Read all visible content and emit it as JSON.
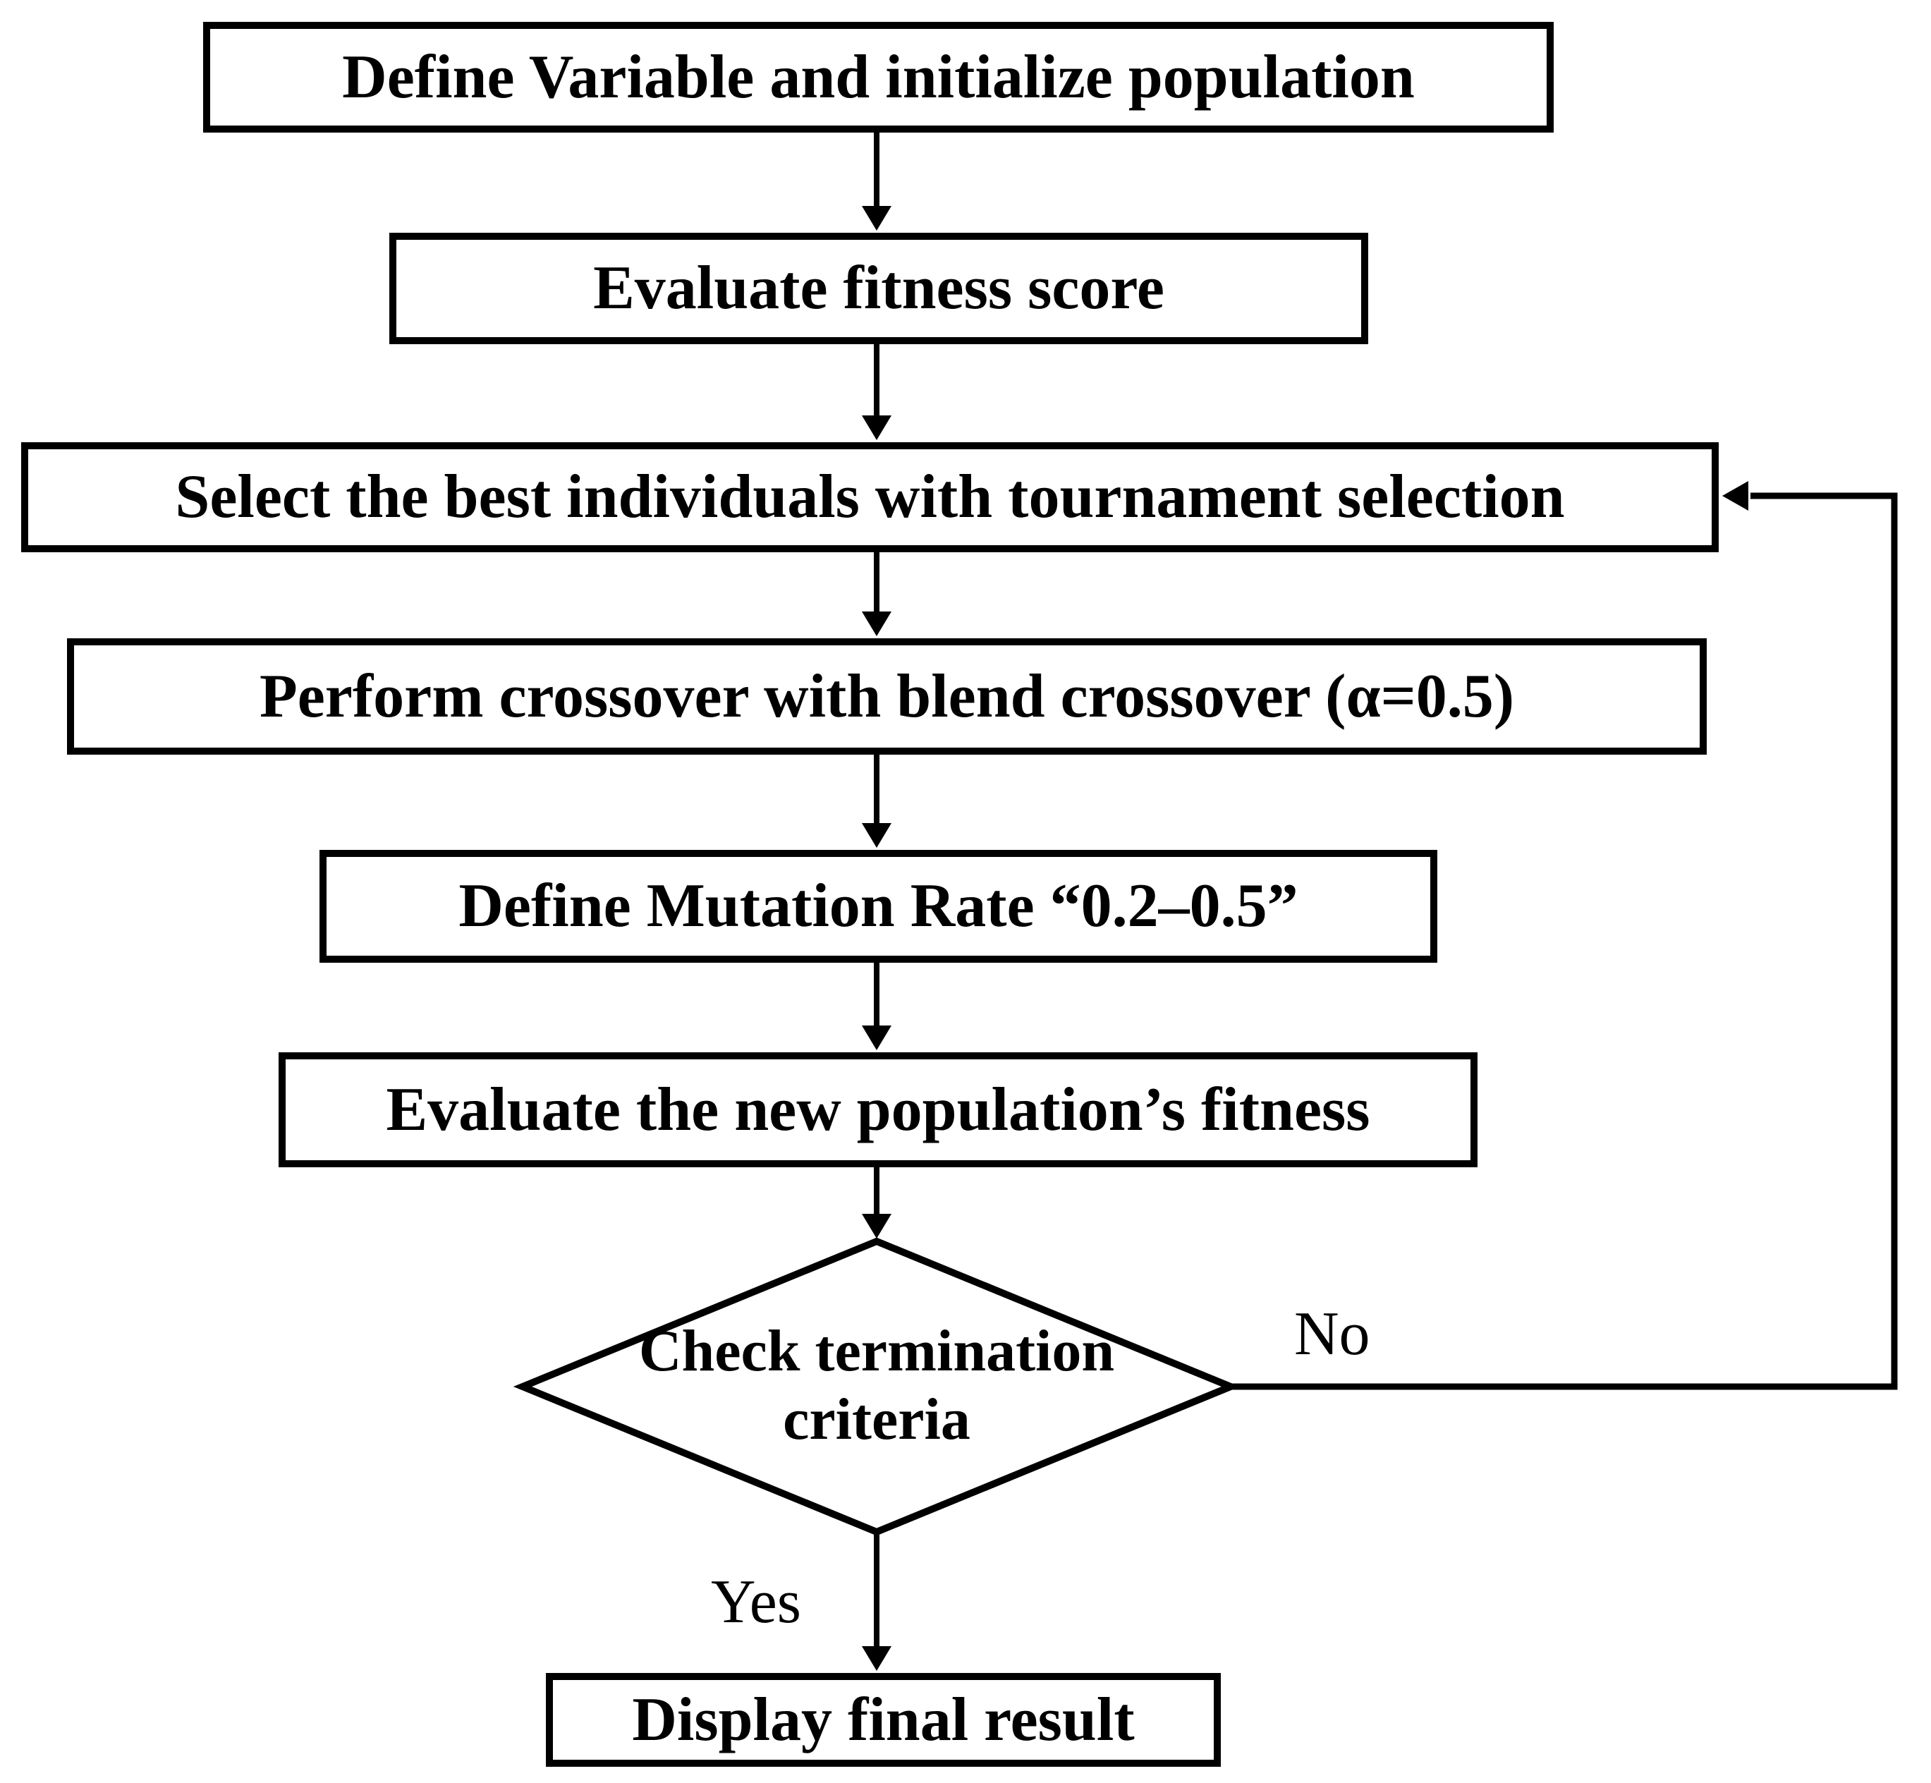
{
  "flowchart": {
    "colors": {
      "stroke": "#000000",
      "node_fill": "#ffffff",
      "background": "#ffffff",
      "text": "#000000"
    },
    "nodes": [
      {
        "id": "define-variables",
        "shape": "rectangle",
        "label": "Define Variable and initialize population"
      },
      {
        "id": "evaluate-fitness",
        "shape": "rectangle",
        "label": "Evaluate fitness score"
      },
      {
        "id": "tournament-selection",
        "shape": "rectangle",
        "label": "Select the best individuals with tournament selection"
      },
      {
        "id": "blend-crossover",
        "shape": "rectangle",
        "label": "Perform crossover with blend crossover (α=0.5)"
      },
      {
        "id": "mutation-rate",
        "shape": "rectangle",
        "label": "Define Mutation Rate “0.2–0.5”"
      },
      {
        "id": "evaluate-new-population",
        "shape": "rectangle",
        "label": "Evaluate the new population’s fitness"
      },
      {
        "id": "check-termination",
        "shape": "diamond",
        "label": "Check termination criteria"
      },
      {
        "id": "display-result",
        "shape": "rectangle",
        "label": "Display final result"
      }
    ],
    "edges": [
      {
        "from": "define-variables",
        "to": "evaluate-fitness",
        "label": ""
      },
      {
        "from": "evaluate-fitness",
        "to": "tournament-selection",
        "label": ""
      },
      {
        "from": "tournament-selection",
        "to": "blend-crossover",
        "label": ""
      },
      {
        "from": "blend-crossover",
        "to": "mutation-rate",
        "label": ""
      },
      {
        "from": "mutation-rate",
        "to": "evaluate-new-population",
        "label": ""
      },
      {
        "from": "evaluate-new-population",
        "to": "check-termination",
        "label": ""
      },
      {
        "from": "check-termination",
        "to": "display-result",
        "label": "Yes"
      },
      {
        "from": "check-termination",
        "to": "tournament-selection",
        "label": "No"
      }
    ]
  }
}
